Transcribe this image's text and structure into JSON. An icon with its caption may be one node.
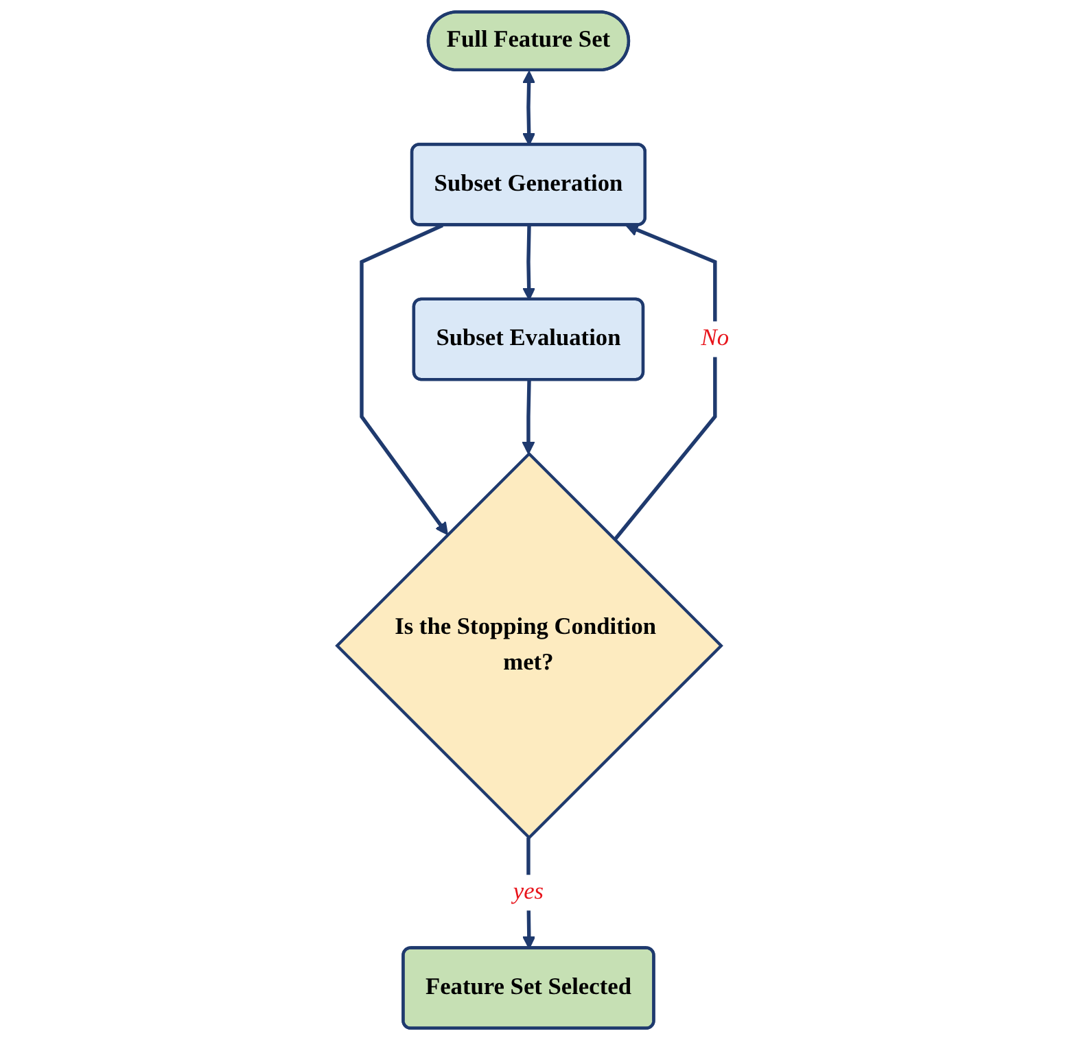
{
  "diagram": {
    "nodes": [
      {
        "text": [
          "Full Feature Set"
        ]
      },
      {
        "text": [
          "Subset Generation"
        ]
      },
      {
        "text": [
          "Subset Evaluation"
        ]
      },
      {
        "text": [
          "Is the Stopping Condition met?"
        ]
      },
      {
        "text": [
          "Feature Set Selected"
        ]
      }
    ],
    "edges": [
      {
        "from": 0,
        "to": 1,
        "arrow": "both"
      },
      {
        "from": 1,
        "to": 2,
        "arrow": "to"
      },
      {
        "from": 1,
        "to": 3,
        "arrow": "to"
      },
      {
        "from": 2,
        "to": 3,
        "arrow": "to"
      },
      {
        "from": 3,
        "to": 1,
        "arrow": "to",
        "label": "No"
      },
      {
        "from": 3,
        "to": 4,
        "arrow": "to",
        "label": "yes"
      }
    ]
  }
}
